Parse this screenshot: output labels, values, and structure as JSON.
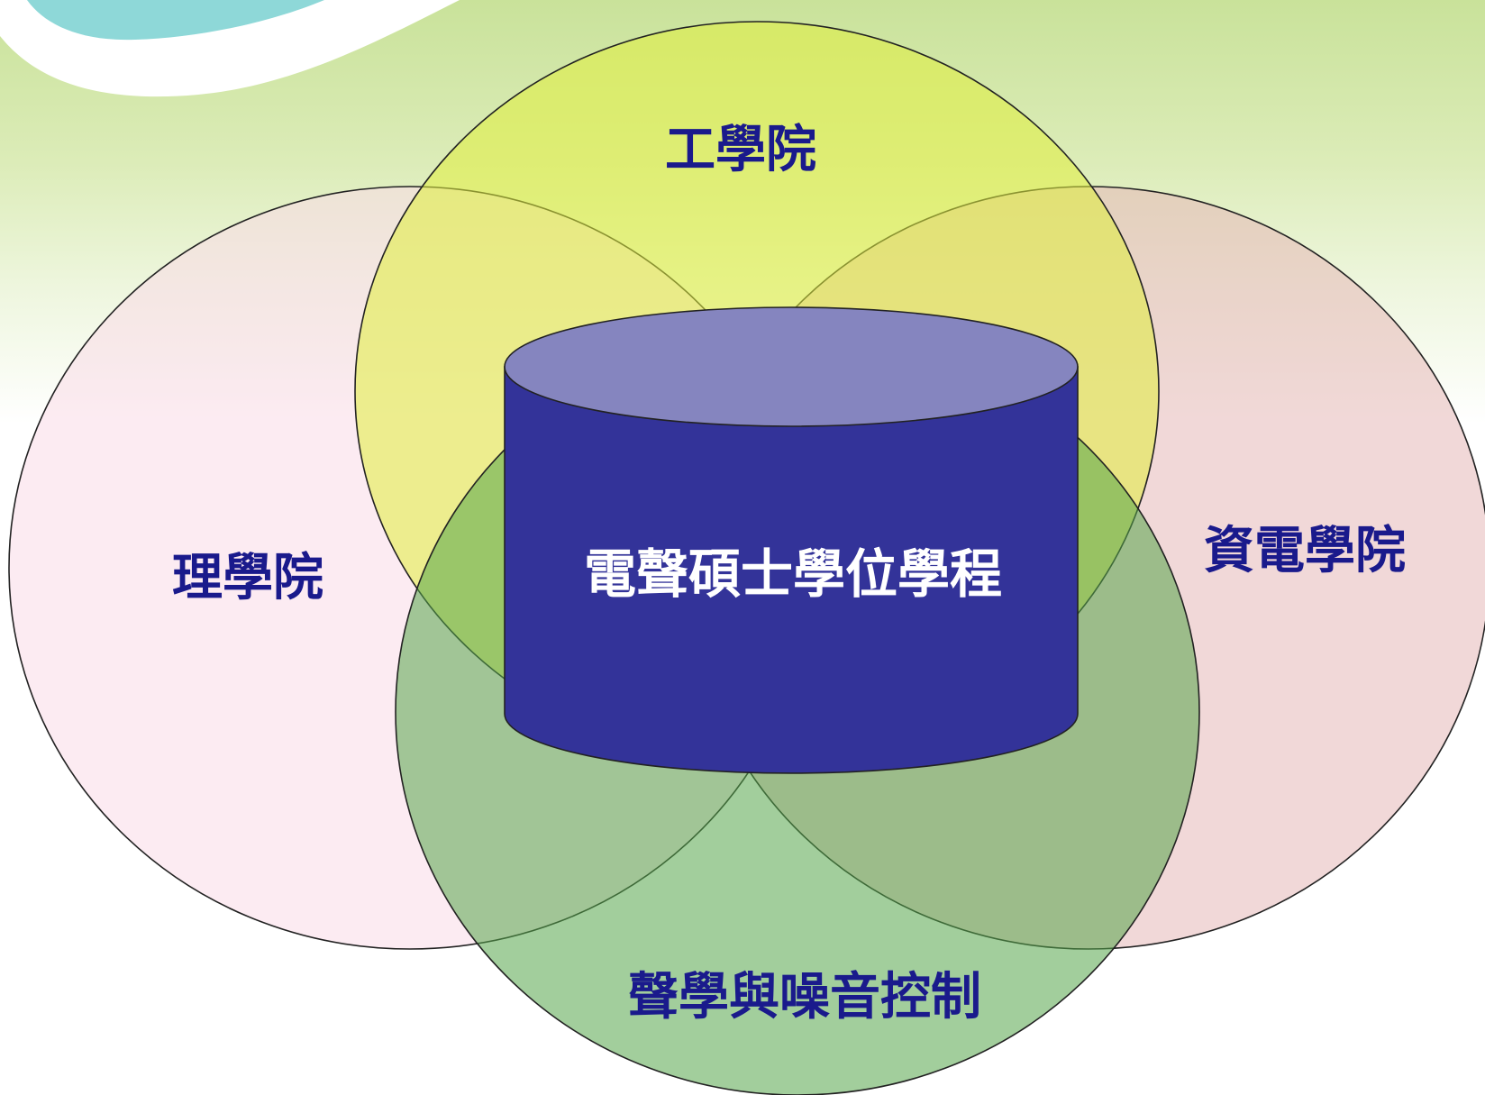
{
  "diagram": {
    "type": "venn-diagram",
    "center": {
      "label": "電聲碩士學位學程",
      "shape": "cylinder",
      "body_color": "#333399",
      "top_color": "#8585bf",
      "text_color": "#ffffff"
    },
    "circles": [
      {
        "id": "engineering",
        "label": "工學院",
        "fill": "#e0ee3c"
      },
      {
        "id": "science",
        "label": "理學院",
        "fill": "#fadbe8"
      },
      {
        "id": "eecs",
        "label": "資電學院",
        "fill": "#e5b8b8"
      },
      {
        "id": "acoustics",
        "label": "聲學與噪音控制",
        "fill": "#56a64a"
      }
    ],
    "label_color": "#1a1a8c"
  }
}
